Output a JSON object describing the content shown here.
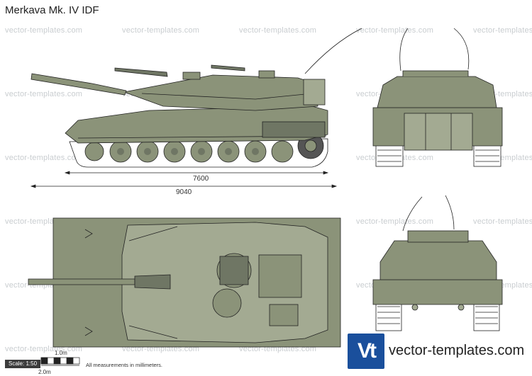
{
  "title": "Merkava Mk. IV IDF",
  "watermark": "vector-templates.com",
  "dimensions": {
    "hull_length": "7600",
    "overall_length": "9040"
  },
  "scale": {
    "label": "Scale: 1:50",
    "one_meter": "1.0m",
    "two_meter": "2.0m"
  },
  "note": "All measurements in millimeters.",
  "logo": {
    "mark": "Vt",
    "brand": "vector-templates.com"
  },
  "colors": {
    "armor": "#8b9379",
    "armor_dark": "#6f7664",
    "armor_light": "#a3aa92",
    "outline": "#222222",
    "track": "#ffffff"
  }
}
